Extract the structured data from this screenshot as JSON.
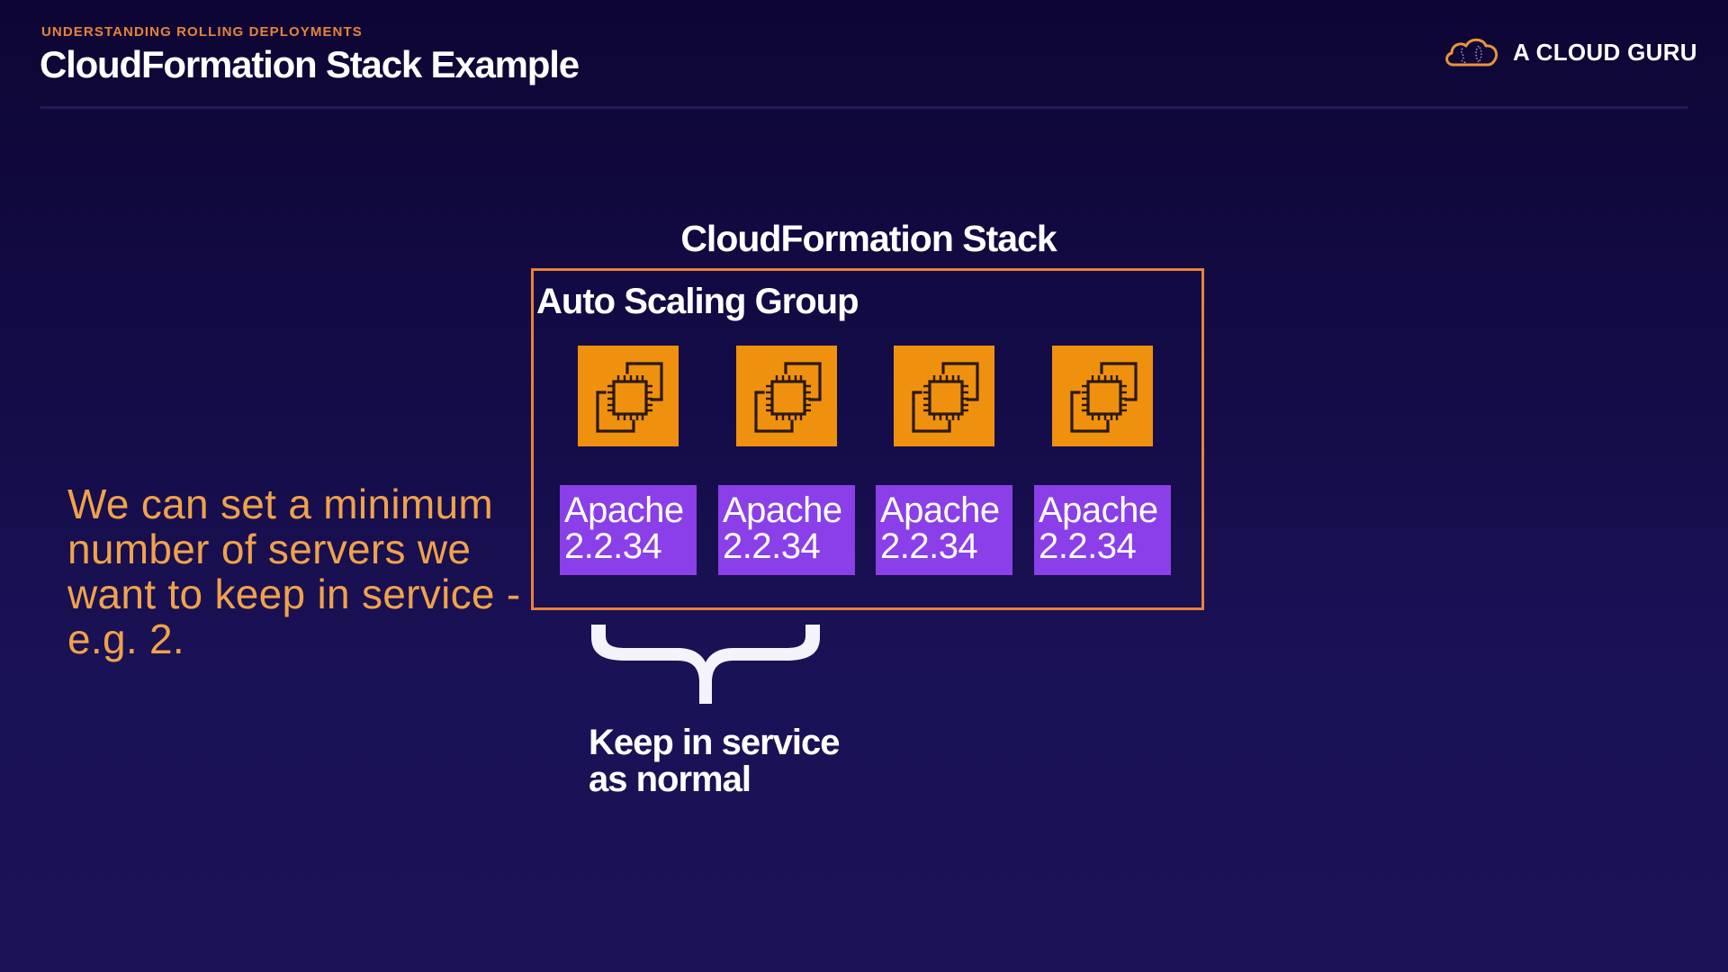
{
  "header": {
    "eyebrow": "UNDERSTANDING ROLLING DEPLOYMENTS",
    "title": "CloudFormation Stack Example",
    "logo_text": "A CLOUD GURU",
    "logo_icon": "cloud-icon"
  },
  "diagram": {
    "stack_title": "CloudFormation Stack",
    "group_title": "Auto Scaling Group",
    "instances": [
      {
        "icon": "ec2-instance-icon",
        "software": "Apache",
        "version": "2.2.34"
      },
      {
        "icon": "ec2-instance-icon",
        "software": "Apache",
        "version": "2.2.34"
      },
      {
        "icon": "ec2-instance-icon",
        "software": "Apache",
        "version": "2.2.34"
      },
      {
        "icon": "ec2-instance-icon",
        "software": "Apache",
        "version": "2.2.34"
      }
    ],
    "brace_icon": "curly-brace-icon",
    "brace_label_line1": "Keep in service",
    "brace_label_line2": "as normal"
  },
  "description": "We can set a minimum number of servers we want to keep in service - e.g. 2.",
  "colors": {
    "accent_orange": "#e8833a",
    "ec2_orange": "#f0900f",
    "apache_purple": "#8a3fe8",
    "background_top": "#0d0634",
    "background_bottom": "#1c1357"
  }
}
